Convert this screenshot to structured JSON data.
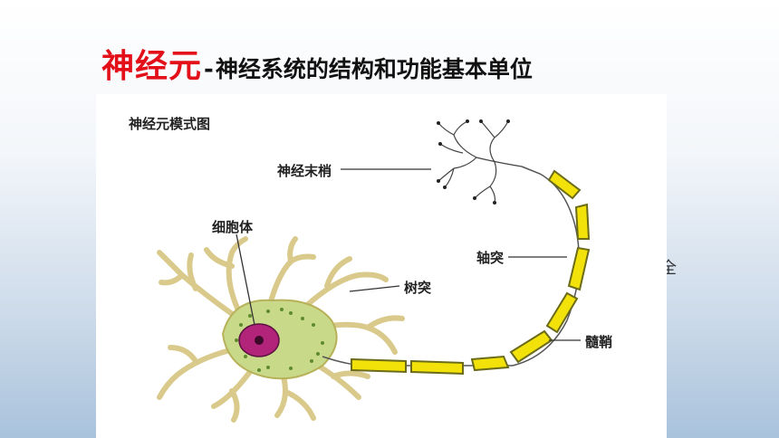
{
  "title": {
    "highlight": "神经元",
    "separator": "-",
    "text": "神经系统的结构和功能基本单位"
  },
  "diagram": {
    "heading": "神经元模式图",
    "labels": {
      "nerve_ending": "神经末梢",
      "axon": "轴突",
      "cell_body": "细胞体",
      "dendrite": "树突",
      "myelin_sheath": "髓鞘"
    }
  },
  "stray_char": "全",
  "colors": {
    "title_highlight": "#e3101a",
    "myelin": "#f2e20a",
    "nucleus": "#b2237a",
    "cytoplasm": "#c9d98a"
  }
}
